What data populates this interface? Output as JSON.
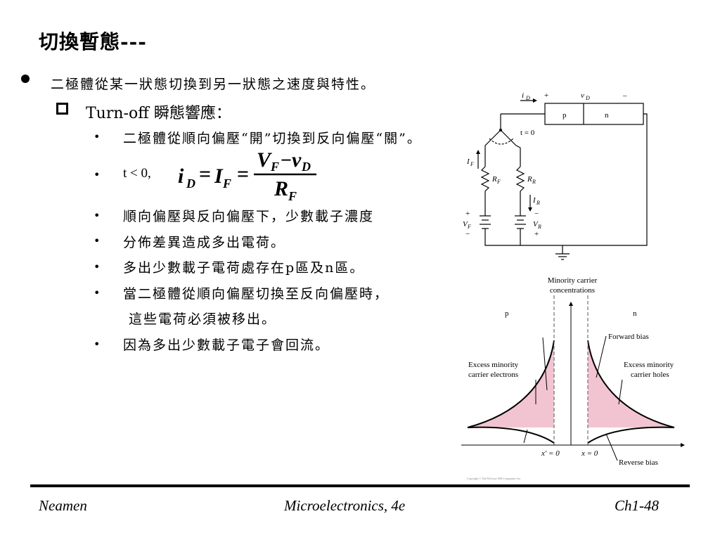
{
  "slide": {
    "title": "切換暫態---",
    "level1": "二極體從某一狀態切換到另一狀態之速度與特性。",
    "level2": "Turn-off 瞬態響應：",
    "bullets": [
      "二極體從順向偏壓“開”切換到反向偏壓“關”。",
      "t < 0,",
      "順向偏壓與反向偏壓下，少數載子濃度",
      "分佈差異造成多出電荷。",
      "多出少數載子電荷處存在p區及n區。",
      "當二極體從順向偏壓切換至反向偏壓時，",
      "因為多出少數載子電子會回流。"
    ],
    "continuation": "這些電荷必須被移出。",
    "equation": {
      "lhs": "i",
      "lhs_sub": "D",
      "mid": "I",
      "mid_sub": "F",
      "num_v1": "V",
      "num_v1_sub": "F",
      "minus": "−",
      "num_v2": "v",
      "num_v2_sub": "D",
      "den": "R",
      "den_sub": "F"
    }
  },
  "circuit": {
    "iD": "i",
    "iD_sub": "D",
    "plus": "+",
    "vD": "v",
    "vD_sub": "D",
    "minus": "–",
    "p": "p",
    "n": "n",
    "t0": "t = 0",
    "IF": "I",
    "IF_sub": "F",
    "RF": "R",
    "RF_sub": "F",
    "RR": "R",
    "RR_sub": "R",
    "IR": "I",
    "IR_sub": "R",
    "VF": "V",
    "VF_sub": "F",
    "VR": "V",
    "VR_sub": "R"
  },
  "concentration": {
    "title_line1": "Minority carrier",
    "title_line2": "concentrations",
    "p_label": "p",
    "n_label": "n",
    "forward_bias": "Forward bias",
    "left_line1": "Excess minority",
    "left_line2": "carrier electrons",
    "right_line1": "Excess minority",
    "right_line2": "carrier holes",
    "x_prime": "x′ = 0",
    "x": "x = 0",
    "reverse_bias": "Reverse bias",
    "copyright": "Copyright © The McGraw-Hill Companies, Inc."
  },
  "footer": {
    "left": "Neamen",
    "center": "Microelectronics, 4e",
    "right": "Ch1-48"
  }
}
